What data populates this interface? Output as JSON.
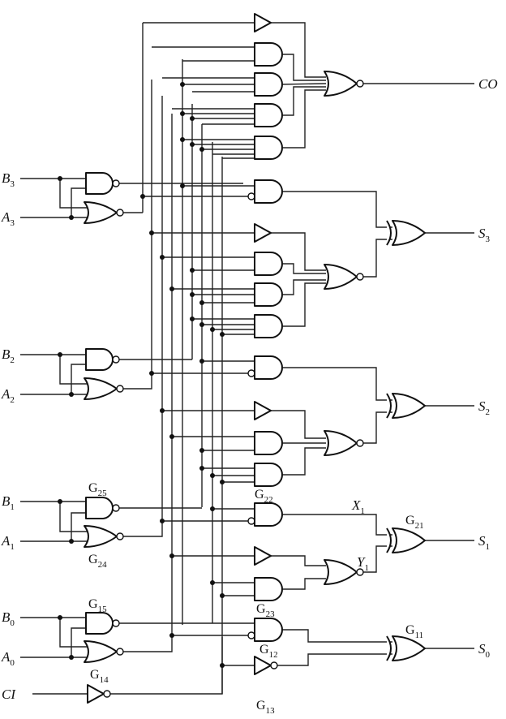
{
  "title": "4-bit adder logic diagram",
  "inputs": [
    {
      "id": "B3",
      "name": "B",
      "sub": "3"
    },
    {
      "id": "A3",
      "name": "A",
      "sub": "3"
    },
    {
      "id": "B2",
      "name": "B",
      "sub": "2"
    },
    {
      "id": "A2",
      "name": "A",
      "sub": "2"
    },
    {
      "id": "B1",
      "name": "B",
      "sub": "1"
    },
    {
      "id": "A1",
      "name": "A",
      "sub": "1"
    },
    {
      "id": "B0",
      "name": "B",
      "sub": "0"
    },
    {
      "id": "A0",
      "name": "A",
      "sub": "0"
    },
    {
      "id": "CI",
      "name": "CI",
      "sub": ""
    }
  ],
  "outputs": [
    {
      "id": "CO",
      "name": "CO",
      "sub": ""
    },
    {
      "id": "S3",
      "name": "S",
      "sub": "3"
    },
    {
      "id": "S2",
      "name": "S",
      "sub": "2"
    },
    {
      "id": "S1",
      "name": "S",
      "sub": "1"
    },
    {
      "id": "S0",
      "name": "S",
      "sub": "0"
    }
  ],
  "gate_labels": [
    {
      "id": "G25",
      "name": "G",
      "sub": "25"
    },
    {
      "id": "G24",
      "name": "G",
      "sub": "24"
    },
    {
      "id": "G15",
      "name": "G",
      "sub": "15"
    },
    {
      "id": "G14",
      "name": "G",
      "sub": "14"
    },
    {
      "id": "G22",
      "name": "G",
      "sub": "22"
    },
    {
      "id": "G21",
      "name": "G",
      "sub": "21"
    },
    {
      "id": "G23",
      "name": "G",
      "sub": "23"
    },
    {
      "id": "G12",
      "name": "G",
      "sub": "12"
    },
    {
      "id": "G13",
      "name": "G",
      "sub": "13"
    },
    {
      "id": "G11",
      "name": "G",
      "sub": "11"
    }
  ],
  "internal_signals": [
    {
      "id": "X1",
      "name": "X",
      "sub": "1"
    },
    {
      "id": "Y1",
      "name": "Y",
      "sub": "1"
    }
  ]
}
